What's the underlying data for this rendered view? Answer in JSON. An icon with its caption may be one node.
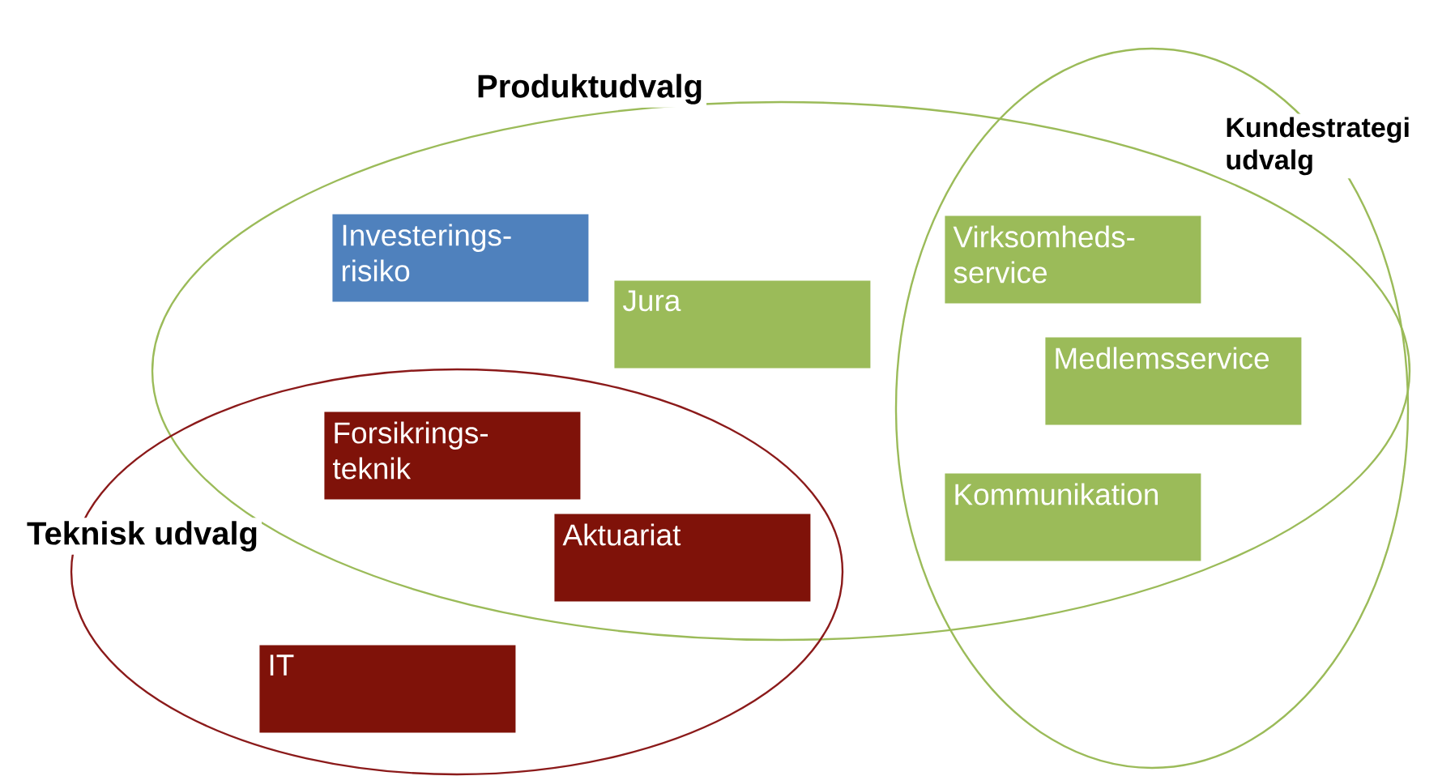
{
  "diagram": {
    "nodes": [
      {
        "text": [
          "Produktudvalg"
        ]
      },
      {
        "text": [
          "Kundestrategi udvalg"
        ]
      },
      {
        "text": [
          "Investerings- risiko"
        ],
        "in": 0
      },
      {
        "text": [
          "Jura"
        ],
        "in": 0
      },
      {
        "text": [
          "Virksomheds- service"
        ]
      },
      {
        "text": [
          "Medlemsservice"
        ]
      },
      {
        "text": [
          "Forsikrings- teknik"
        ]
      },
      {
        "text": [
          "Teknisk udvalg"
        ]
      },
      {
        "text": [
          "Kommunikation"
        ]
      },
      {
        "text": [
          "Aktuariat"
        ]
      },
      {
        "text": [
          "IT"
        ],
        "in": 7
      }
    ]
  }
}
